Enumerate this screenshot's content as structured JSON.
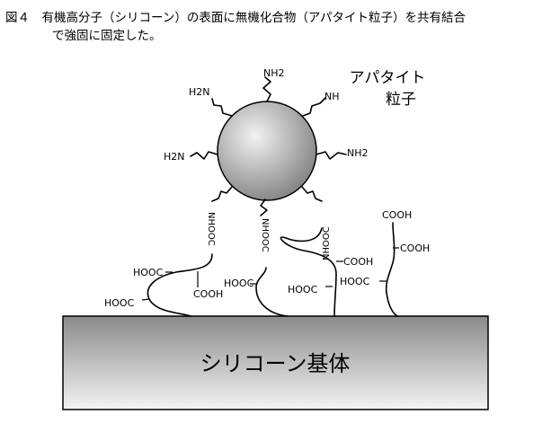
{
  "caption": {
    "line1": "図４　有機高分子（シリコーン）の表面に無機化合物（アパタイト粒子）を共有結合",
    "line2": "で強固に固定した。"
  },
  "particle": {
    "label_line1": "アパタイト",
    "label_line2": "粒子"
  },
  "groups": {
    "nh2": "NH2",
    "h2n": "H2N",
    "nh": "NH",
    "nhooc": "NHOOC",
    "hooc": "HOOC",
    "cooh": "COOH"
  },
  "substrate": {
    "label": "シリコーン基体"
  },
  "colors": {
    "sphere_light": "#f2f2f2",
    "sphere_dark": "#7a7a7a",
    "substrate_top": "#8a8a8a",
    "substrate_bottom": "#f4f4f4"
  }
}
